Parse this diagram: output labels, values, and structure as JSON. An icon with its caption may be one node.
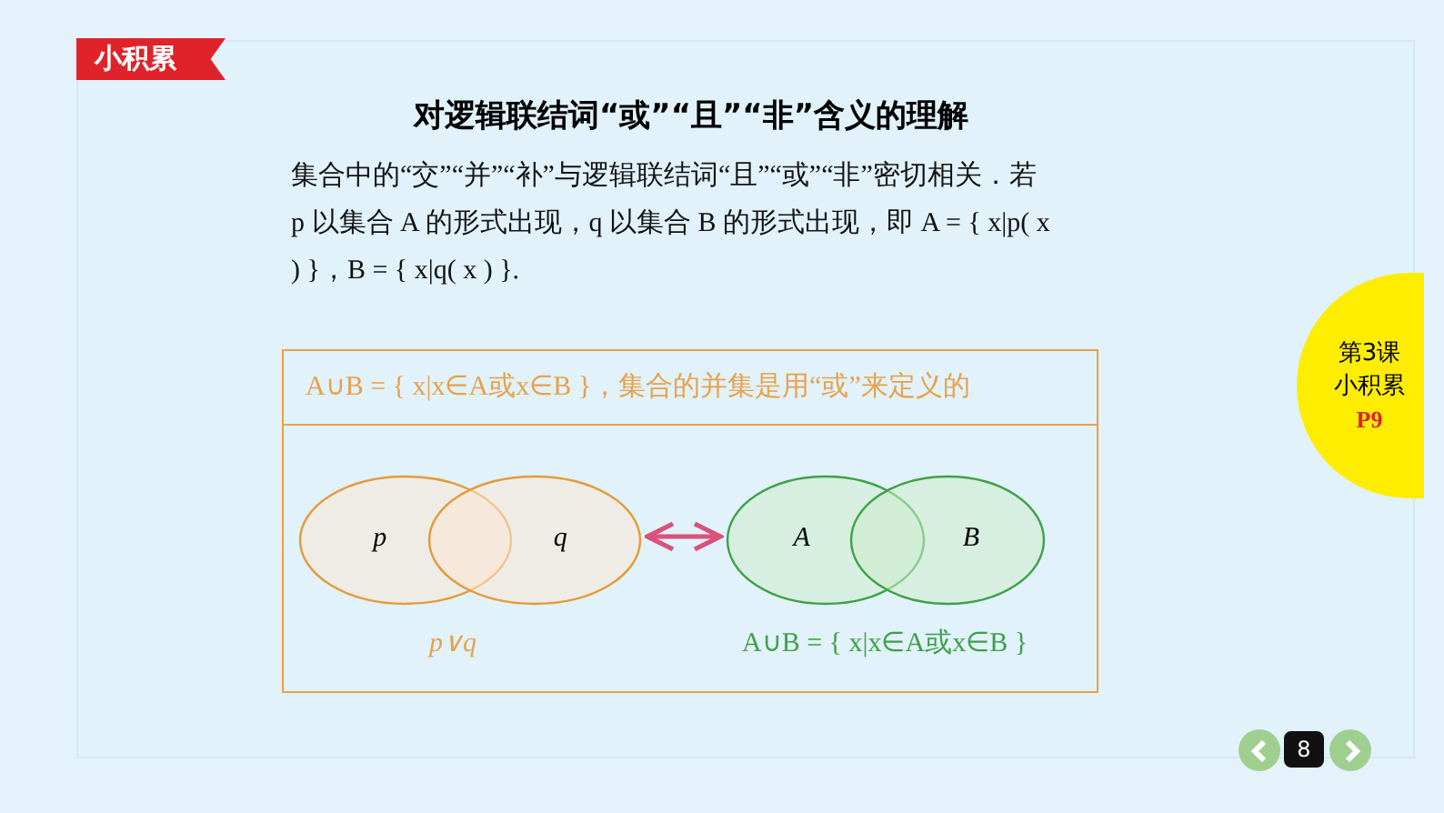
{
  "diagram": {
    "title": "对逻辑联结词“或”“且”“非”含义的理解",
    "nodes": [
      {
        "text": [
          "A∪B = { x|x∈A或x∈B }，集合的并集是用“或”来定义的"
        ]
      },
      {
        "text": [
          "p"
        ],
        "in": 0
      },
      {
        "text": [
          "q"
        ],
        "in": 0
      },
      {
        "text": [
          "A"
        ],
        "in": 0
      },
      {
        "text": [
          "B"
        ],
        "in": 0
      },
      {
        "text": [
          "第3课",
          "小积累",
          "P9"
        ]
      }
    ],
    "edges": [
      {
        "from": 2,
        "to": 3,
        "arrow": "both"
      }
    ],
    "labels": [
      "小积累",
      "集合中的“交”“并”“补”与逻辑联结词“且”“或”“非”密切相关．若 p 以集合 A 的形式出现，q 以集合 B 的形式出现，即 A = { x|p( x ) }，B = { x|q( x ) }.",
      "p∨q",
      "A∪B = { x|x∈A或x∈B }",
      "8"
    ]
  }
}
